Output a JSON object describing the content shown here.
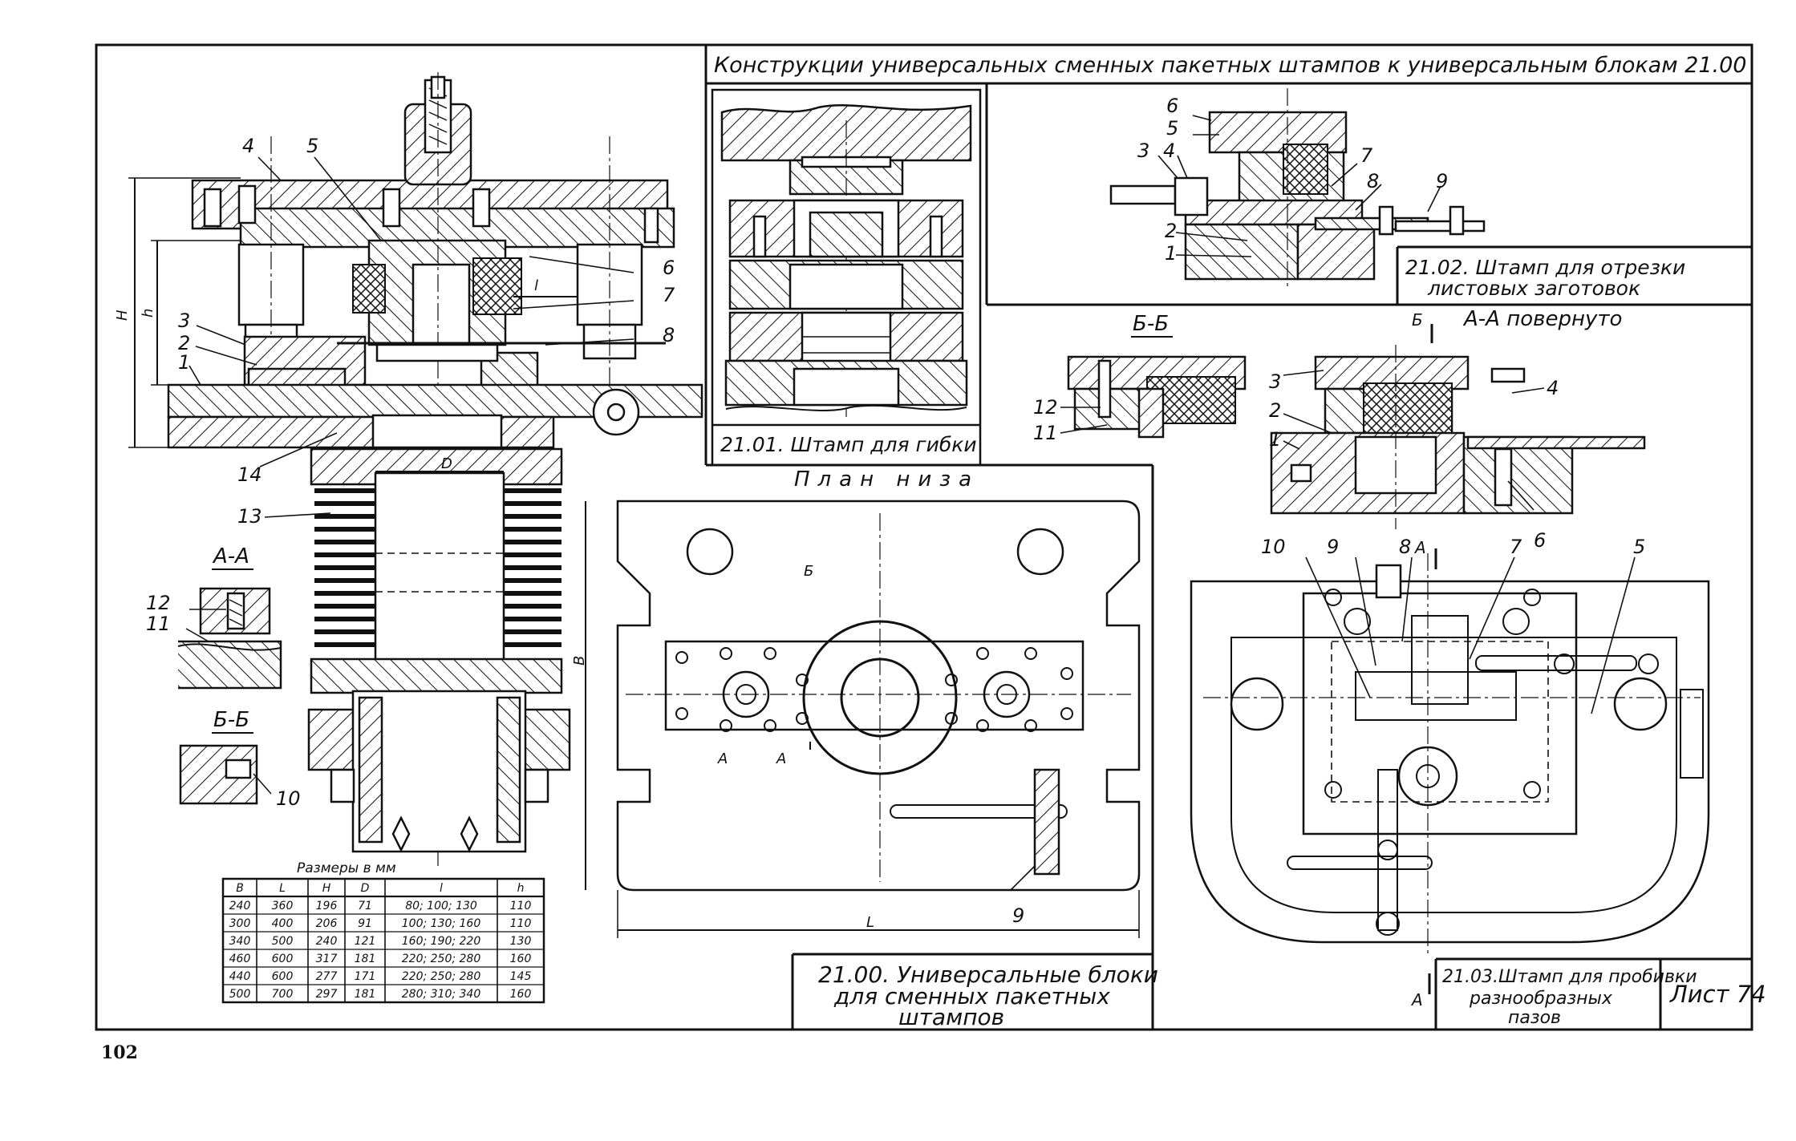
{
  "sheet": {
    "title": "Конструкции универсальных сменных пакетных штампов к универсальным блокам 21.00",
    "page_number": "102",
    "sheet_label": "Лист 74"
  },
  "captions": {
    "c2101": "21.01. Штамп для гибки",
    "c2102_l1": "21.02. Штамп для отрезки",
    "c2102_l2": "листовых заготовок",
    "c2100_l1": "21.00. Универсальные блоки",
    "c2100_l2": "для сменных пакетных",
    "c2100_l3": "штампов",
    "c2103_l1": "21.03.Штамп для пробивки",
    "c2103_l2": "разнообразных",
    "c2103_l3": "пазов"
  },
  "section_labels": {
    "plan": "План низа",
    "aa_left": "А-А",
    "bb_left": "Б-Б",
    "bb_right": "Б-Б",
    "aa_rot": "А-А повернуто",
    "cut_a": "А",
    "cut_b": "Б"
  },
  "dimensions": {
    "H": "H",
    "h": "h",
    "D": "D",
    "l": "l",
    "B": "B",
    "L": "L"
  },
  "part_numbers": {
    "main": [
      "1",
      "2",
      "3",
      "4",
      "5",
      "6",
      "7",
      "8",
      "13",
      "14"
    ],
    "aa_left": [
      "12",
      "11"
    ],
    "bb_left": [
      "10"
    ],
    "plan": [
      "9"
    ],
    "s2102": [
      "1",
      "2",
      "3",
      "4",
      "5",
      "6",
      "7",
      "8",
      "9"
    ],
    "bb_right": [
      "12",
      "11"
    ],
    "aa_rot": [
      "1",
      "2",
      "3",
      "4",
      "6"
    ],
    "s2103": [
      "10",
      "9",
      "8",
      "7",
      "5"
    ]
  },
  "table": {
    "caption": "Размеры в мм",
    "columns": [
      "B",
      "L",
      "H",
      "D",
      "l",
      "h"
    ],
    "rows": [
      [
        "240",
        "360",
        "196",
        "71",
        "80; 100; 130",
        "110"
      ],
      [
        "300",
        "400",
        "206",
        "91",
        "100; 130; 160",
        "110"
      ],
      [
        "340",
        "500",
        "240",
        "121",
        "160; 190; 220",
        "130"
      ],
      [
        "460",
        "600",
        "317",
        "181",
        "220; 250; 280",
        "160"
      ],
      [
        "440",
        "600",
        "277",
        "171",
        "220; 250; 280",
        "145"
      ],
      [
        "500",
        "700",
        "297",
        "181",
        "280; 310; 340",
        "160"
      ]
    ]
  }
}
